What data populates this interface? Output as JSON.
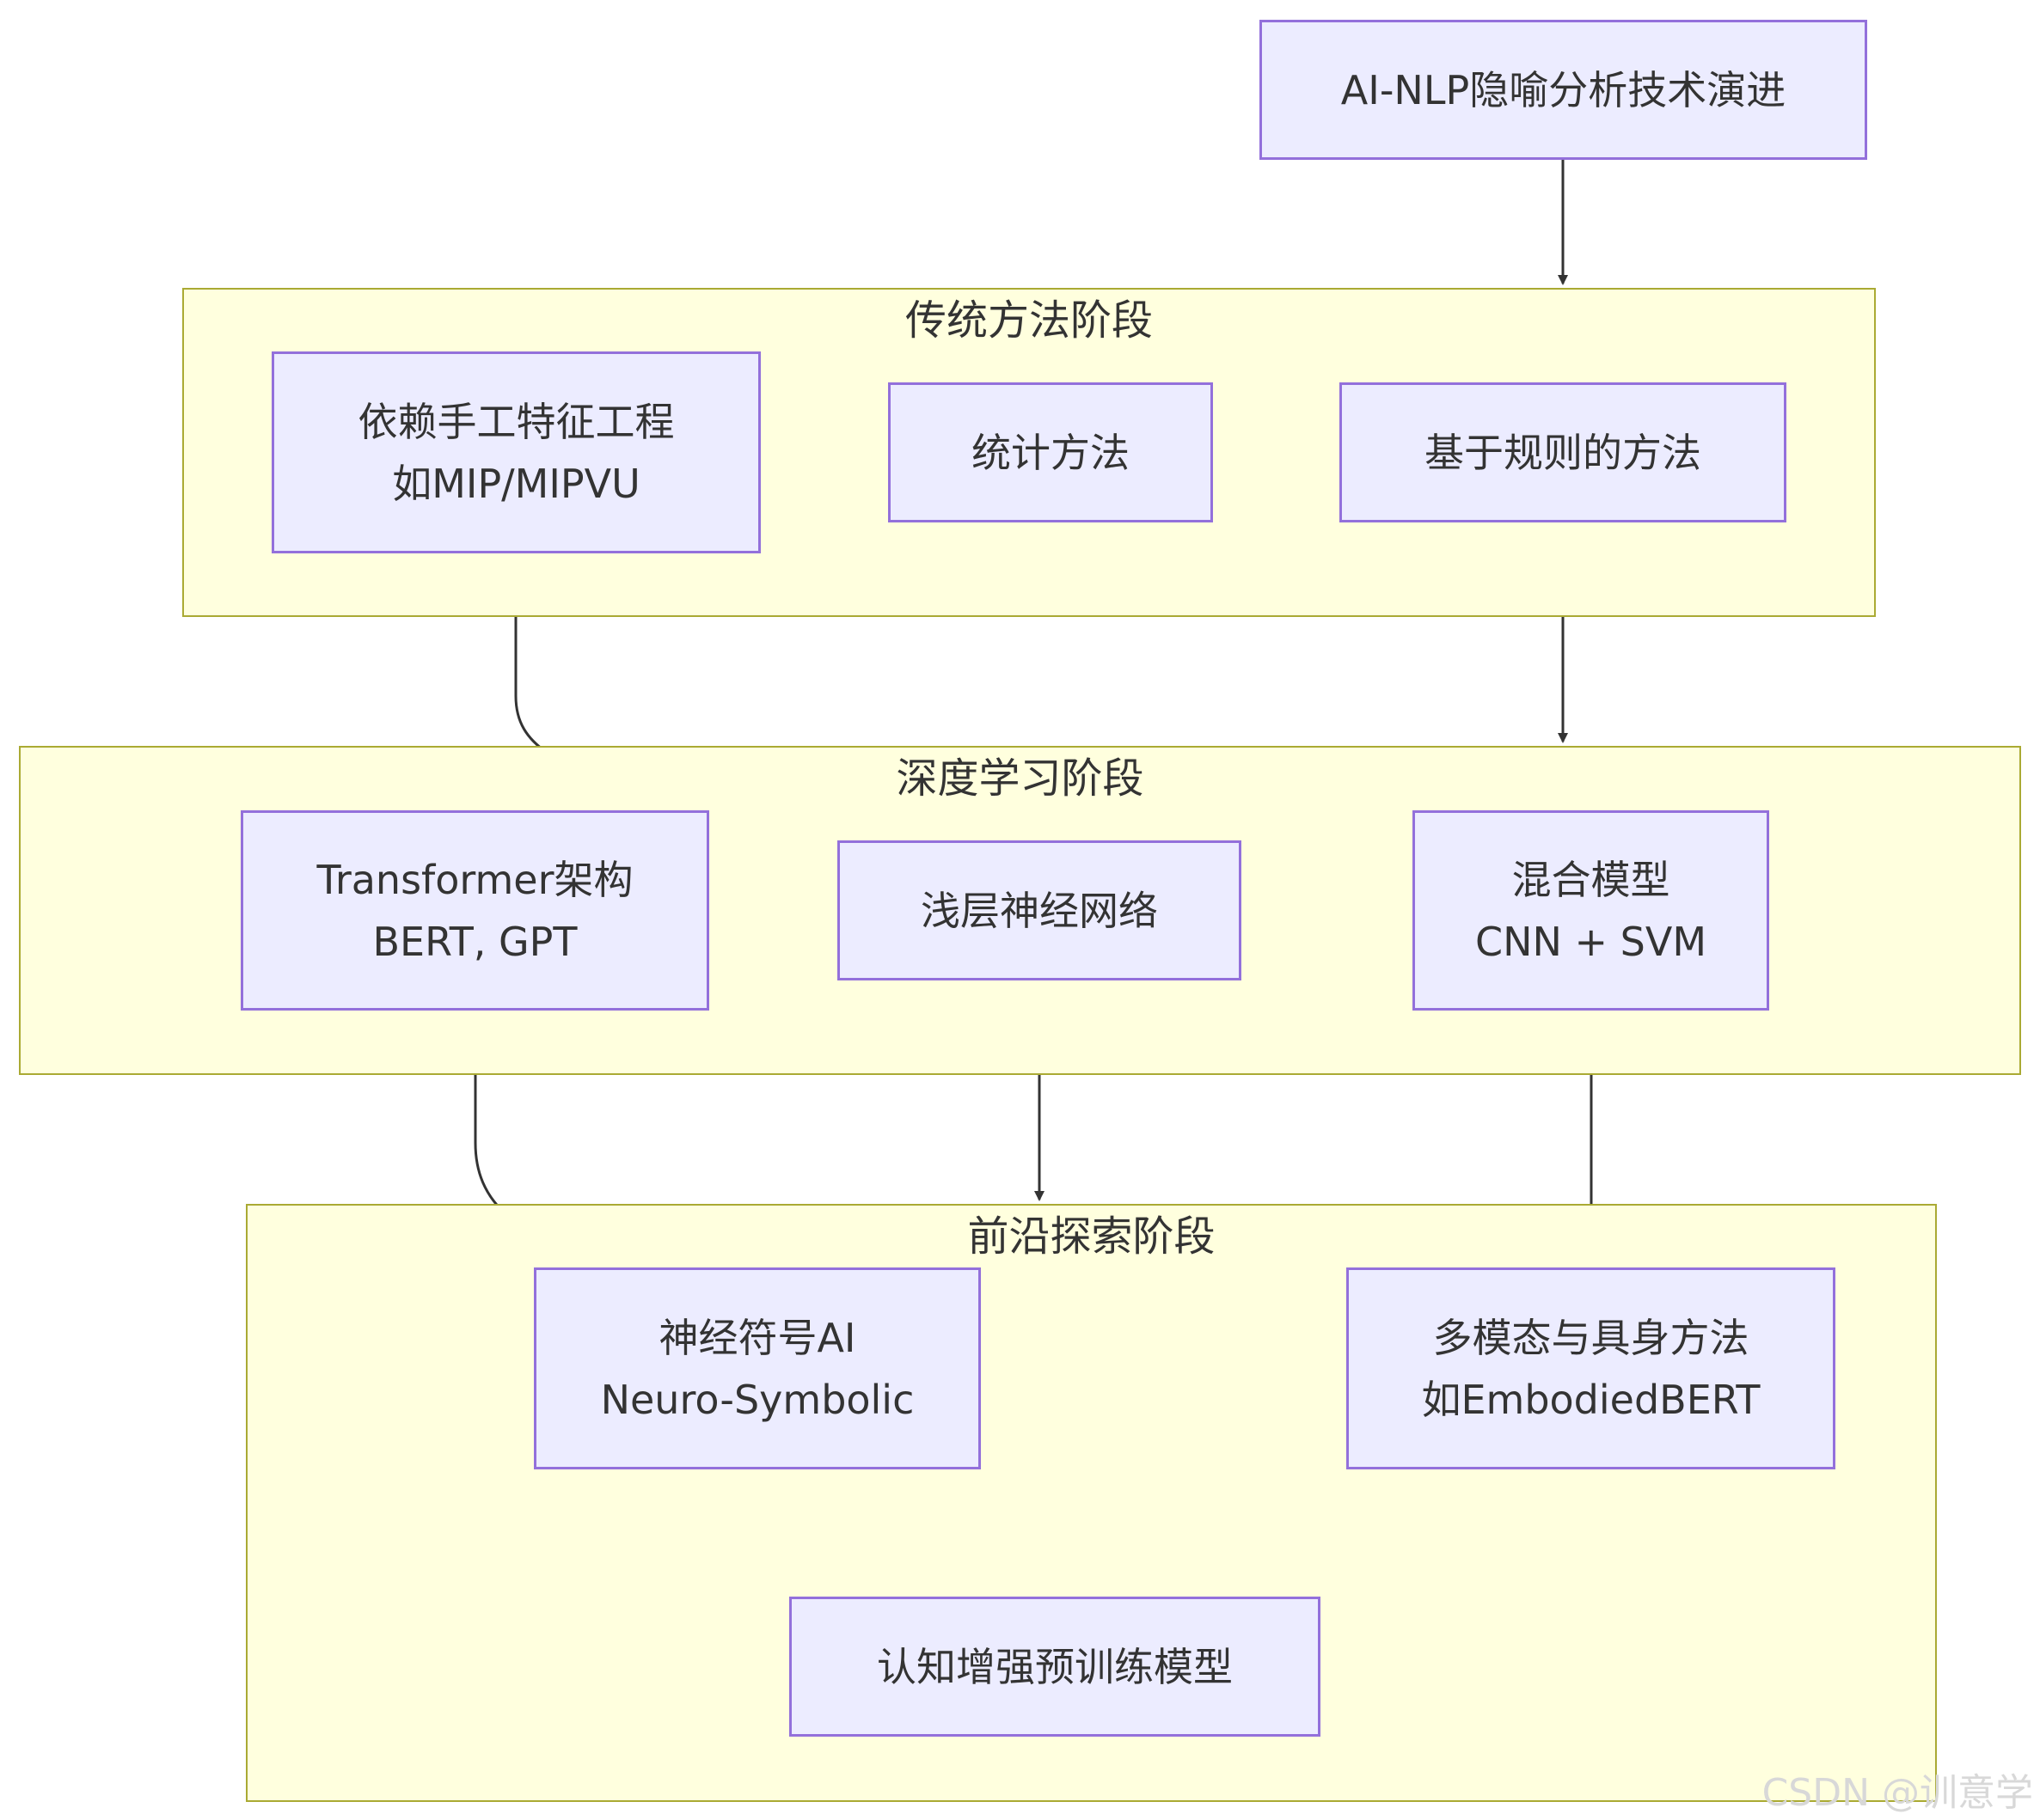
{
  "title_node": {
    "label": "AI-NLP隐喻分析技术演进"
  },
  "stages": [
    {
      "title": "传统方法阶段",
      "nodes": [
        {
          "lines": [
            "依赖手工特征工程",
            "如MIP/MIPVU"
          ]
        },
        {
          "lines": [
            "统计方法"
          ]
        },
        {
          "lines": [
            "基于规则的方法"
          ]
        }
      ]
    },
    {
      "title": "深度学习阶段",
      "nodes": [
        {
          "lines": [
            "Transformer架构",
            "BERT, GPT"
          ]
        },
        {
          "lines": [
            "浅层神经网络"
          ]
        },
        {
          "lines": [
            "混合模型",
            "CNN + SVM"
          ]
        }
      ]
    },
    {
      "title": "前沿探索阶段",
      "nodes": [
        {
          "lines": [
            "神经符号AI",
            "Neuro-Symbolic"
          ]
        },
        {
          "lines": [
            "多模态与具身方法",
            "如EmbodiedBERT"
          ]
        },
        {
          "lines": [
            "认知增强预训练模型"
          ]
        }
      ]
    }
  ],
  "watermark": "CSDN @训意学",
  "colors": {
    "node_fill": "#ececff",
    "node_border": "#9370db",
    "cluster_fill": "#ffffde",
    "cluster_border": "#aaaa33",
    "edge": "#333333"
  }
}
